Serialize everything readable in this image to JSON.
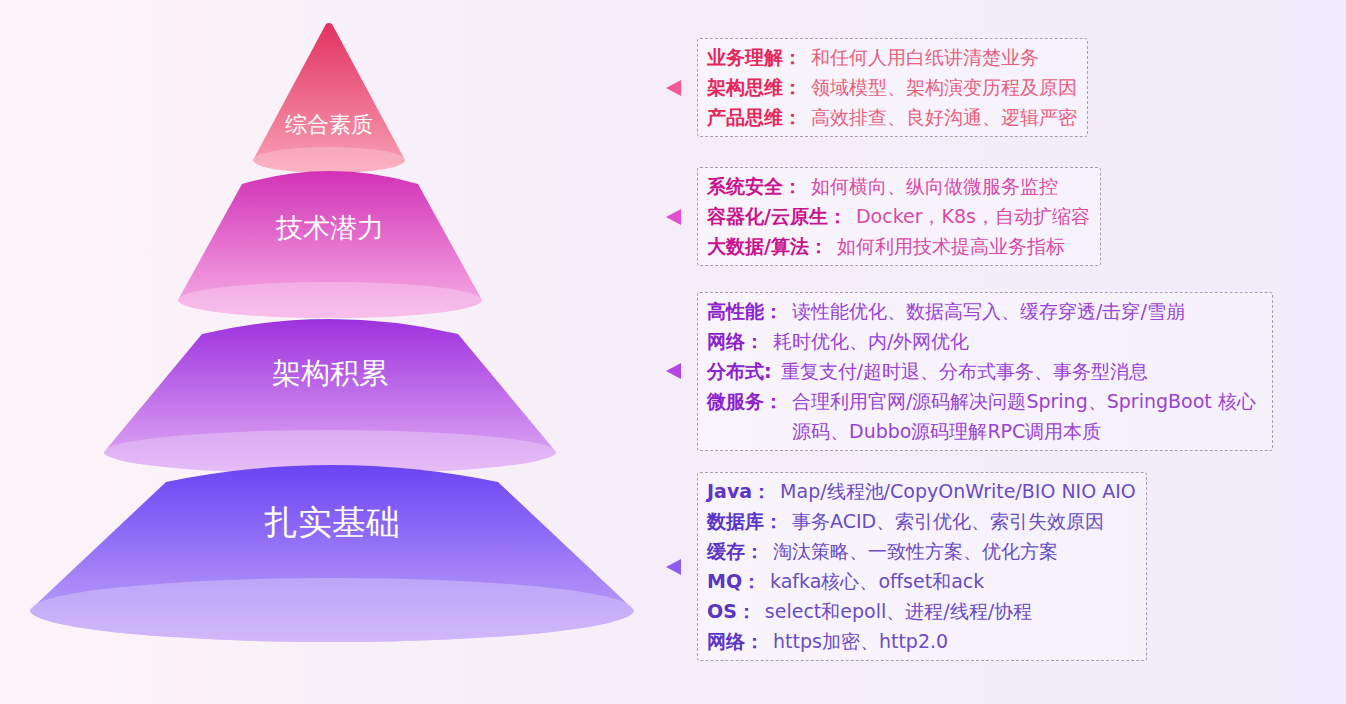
{
  "diagram": {
    "nodes": [
      {
        "text": [
          "综合素质"
        ]
      },
      {
        "text": [
          "业务理解：",
          "和任何人用白纸讲清楚业务",
          "架构思维：",
          "领域模型、架构演变历程及原因",
          "产品思维：",
          "高效排查、良好沟通、逻辑严密"
        ]
      },
      {
        "text": [
          "技术潜力"
        ]
      },
      {
        "text": [
          "系统安全：",
          "如何横向、纵向做微服务监控",
          "容器化/云原生：",
          "Docker，K8s，自动扩缩容",
          "大数据/算法：",
          "如何利用技术提高业务指标"
        ]
      },
      {
        "text": [
          "架构积累"
        ]
      },
      {
        "text": [
          "高性能：",
          "读性能优化、数据高写入、缓存穿透/击穿/雪崩",
          "网络：",
          "耗时优化、内/外网优化",
          "分布式:",
          "重复支付/超时退、分布式事务、事务型消息",
          "微服务：",
          "合理利用官网/源码解决问题Spring、SpringBoot 核心源码、Dubbo源码理解RPC调用本质"
        ]
      },
      {
        "text": [
          "扎实基础"
        ]
      },
      {
        "text": [
          "Java：",
          "Map/线程池/CopyOnWrite/BIO NIO AIO",
          "数据库：",
          "事务ACID、索引优化、索引失效原因",
          "缓存：",
          "淘汰策略、一致性方案、优化方案",
          "MQ：",
          "kafka核心、offset和ack",
          "OS：",
          "select和epoll、进程/线程/协程",
          "网络：",
          "https加密、http2.0"
        ]
      }
    ]
  }
}
